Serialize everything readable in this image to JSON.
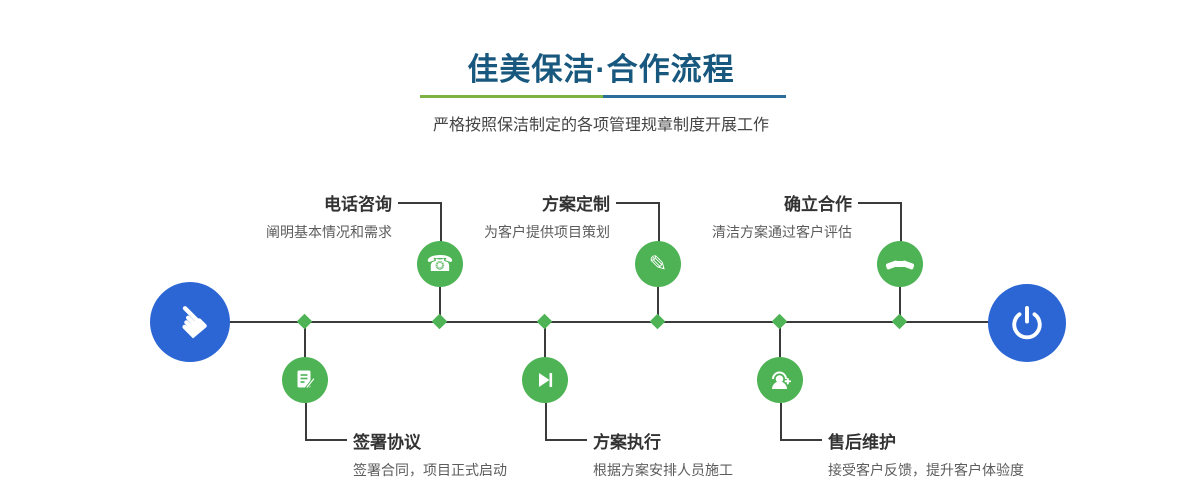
{
  "header": {
    "title": "佳美保洁·合作流程",
    "subtitle": "严格按照保洁制定的各项管理规章制度开展工作"
  },
  "steps_top": [
    {
      "label": "电话咨询",
      "desc": "阐明基本情况和需求",
      "icon": "phone-icon"
    },
    {
      "label": "方案定制",
      "desc": "为客户提供项目策划",
      "icon": "pencil-icon"
    },
    {
      "label": "确立合作",
      "desc": "清洁方案通过客户评估",
      "icon": "handshake-icon"
    }
  ],
  "steps_bottom": [
    {
      "label": "签署协议",
      "desc": "签署合同，项目正式启动",
      "icon": "contract-icon"
    },
    {
      "label": "方案执行",
      "desc": "根据方案安排人员施工",
      "icon": "play-icon"
    },
    {
      "label": "售后维护",
      "desc": "接受客户反馈，提升客户体验度",
      "icon": "headset-icon"
    }
  ],
  "timeline": {
    "start_icon": "pointing-hand-icon",
    "end_icon": "power-icon"
  },
  "colors": {
    "accent_green": "#4db354",
    "accent_blue": "#2b66d4",
    "title_color": "#18587e",
    "underline_green": "#7cb342",
    "underline_blue": "#2c6e99",
    "line_color": "#3b3b3b"
  }
}
